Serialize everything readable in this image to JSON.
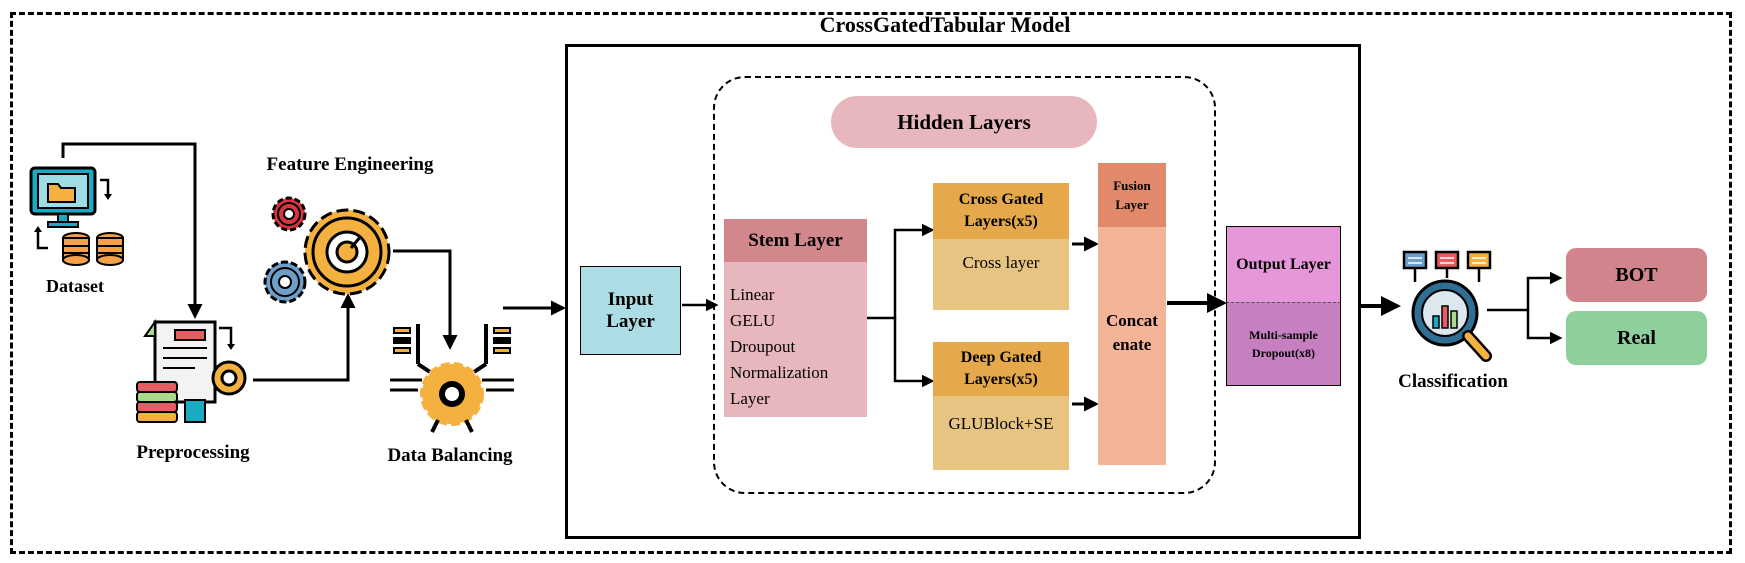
{
  "title": "CrossGatedTabular Model",
  "pipeline": {
    "dataset": "Dataset",
    "preprocessing": "Preprocessing",
    "feature_engineering": "Feature Engineering",
    "data_balancing": "Data Balancing"
  },
  "model": {
    "input_layer": [
      "Input",
      "Layer"
    ],
    "hidden_layers": "Hidden Layers",
    "stem_layer": {
      "title": "Stem Layer",
      "items": [
        "Linear",
        "GELU",
        "Droupout",
        "Normalization",
        "Layer"
      ]
    },
    "cross_gated": {
      "title": [
        "Cross Gated",
        "Layers(x5)"
      ],
      "body": "Cross layer"
    },
    "deep_gated": {
      "title": [
        "Deep Gated",
        "Layers(x5)"
      ],
      "body": "GLUBlock+SE"
    },
    "fusion": {
      "title": [
        "Fusion",
        "Layer"
      ],
      "body": [
        "Concat",
        "enate"
      ]
    },
    "output_layer": {
      "title": "Output Layer",
      "body": [
        "Multi-sample",
        "Dropout(x8)"
      ]
    }
  },
  "classification": {
    "label": "Classification",
    "outputs": [
      "BOT",
      "Real"
    ]
  },
  "colors": {
    "input": "#addde4",
    "hidden_pill": "#e8b7bd",
    "stem_header": "#d1878c",
    "stem_body": "#e8b7bd",
    "gated_header": "#e5a94c",
    "gated_body": "#e8c482",
    "fusion_header": "#e08a6b",
    "fusion_body": "#f3b497",
    "output_header": "#e597d9",
    "output_body": "#c67fc0",
    "bot": "#d1848b",
    "real": "#8ecf9c",
    "gear_orange": "#f4b13f",
    "gear_red": "#d9353f",
    "gear_blue": "#6f9fc8",
    "teal": "#1aaac1"
  }
}
